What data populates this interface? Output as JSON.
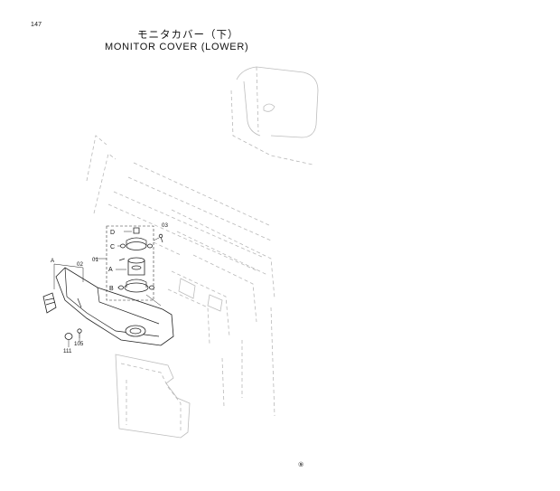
{
  "page": {
    "number": "147",
    "title_jp": "モニタカバー（下）",
    "title_en": "MONITOR COVER (LOWER)"
  },
  "callouts": {
    "part_01": "01",
    "part_02": "02",
    "part_03": "03",
    "part_105": "105",
    "part_111": "111",
    "ref_a_left": "A",
    "ref_a_box": "A",
    "ref_b": "B",
    "ref_c": "C",
    "ref_d": "D"
  },
  "footer_mark": "⑨"
}
